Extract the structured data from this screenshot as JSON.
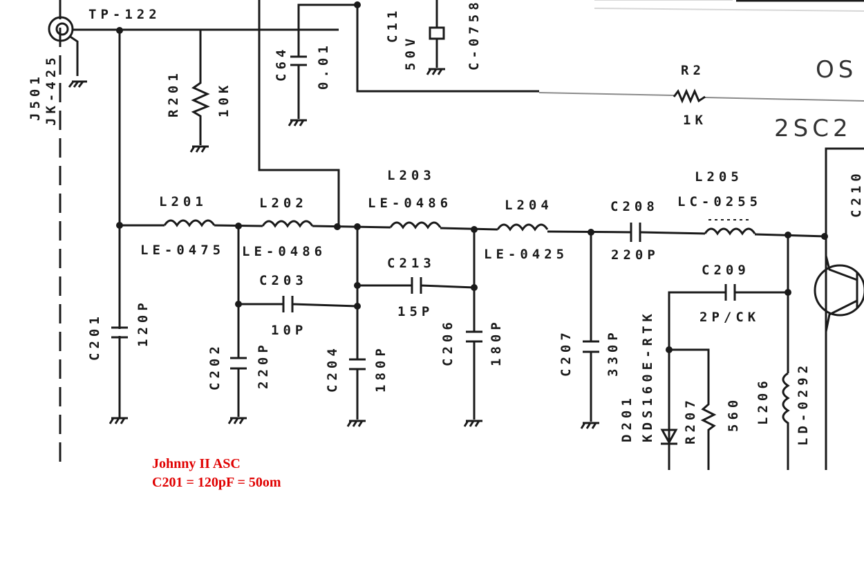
{
  "labels": {
    "tp": "TP-122",
    "jack": "J501",
    "jack_part": "JK-425",
    "r201": "R201",
    "r201_val": "10K",
    "c64": "C64",
    "c64_val": "0.01",
    "c11": "C11",
    "c11_val": "50V",
    "xtal": "C-0758",
    "r2": "R2",
    "r2_val": "1K",
    "os": "OS",
    "transistor": "2SC2",
    "c210": "C210",
    "l201": "L201",
    "l201_part": "LE-0475",
    "l202": "L202",
    "l202_part": "LE-0486",
    "l203": "L203",
    "l203_part": "LE-0486",
    "l204": "L204",
    "l204_part": "LE-0425",
    "c208": "C208",
    "c208_val": "220P",
    "l205": "L205",
    "l205_part": "LC-0255",
    "c209": "C209",
    "c209_val": "2P/CK",
    "c203": "C203",
    "c203_val": "10P",
    "c213": "C213",
    "c213_val": "15P",
    "c201": "C201",
    "c201_val": "120P",
    "c202": "C202",
    "c202_val": "220P",
    "c204": "C204",
    "c204_val": "180P",
    "c206": "C206",
    "c206_val": "180P",
    "c207": "C207",
    "c207_val": "330P",
    "d201": "D201",
    "d201_part": "KDS160E-RTK",
    "r207": "R207",
    "r207_val": "560",
    "l206": "L206",
    "l206_part": "LD-0292"
  },
  "annotation": {
    "line1": "Johnny II ASC",
    "line2": "C201 = 120pF = 50om",
    "color": "#e00000"
  }
}
